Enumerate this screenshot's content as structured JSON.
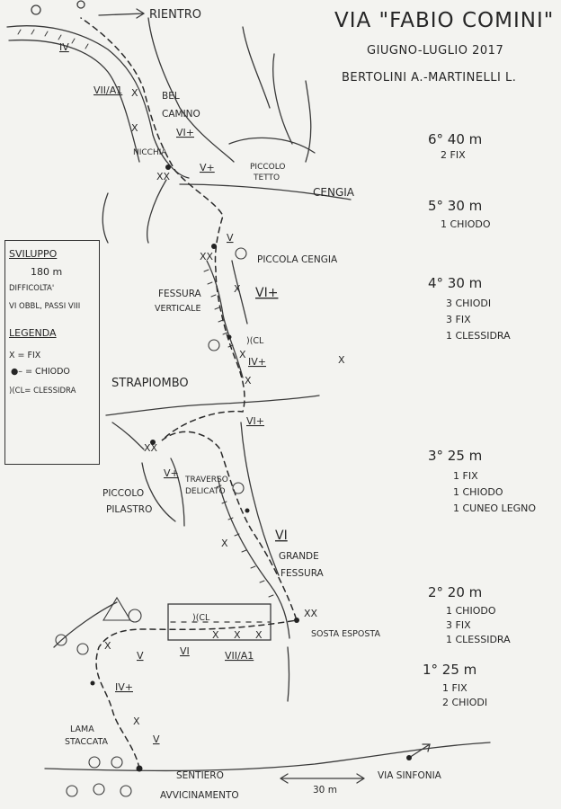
{
  "title": "VIA \"FABIO COMINI\"",
  "date": "GIUGNO-LUGLIO 2017",
  "authors": "BERTOLINI A.-MARTINELLI L.",
  "legend": {
    "sviluppo_label": "SVILUPPO",
    "sviluppo_value": "180 m",
    "difficolta_label": "DIFFICOLTA'",
    "difficolta_value": "VI OBBL, PASSI VIII",
    "legenda_label": "LEGENDA",
    "fix": "X = FIX",
    "chiodo": "= CHIODO",
    "clessidra": ")(CL= CLESSIDRA"
  },
  "pitches": [
    {
      "number": "6° 40 m",
      "gear": [
        "2 FIX"
      ]
    },
    {
      "number": "5° 30 m",
      "gear": [
        "1 CHIODO"
      ]
    },
    {
      "number": "4° 30 m",
      "gear": [
        "3 CHIODI",
        "3 FIX",
        "1 CLESSIDRA"
      ]
    },
    {
      "number": "3° 25 m",
      "gear": [
        "1 FIX",
        "1 CHIODO",
        "1 CUNEO LEGNO"
      ]
    },
    {
      "number": "2° 20 m",
      "gear": [
        "1 CHIODO",
        "3 FIX",
        "1 CLESSIDRA"
      ]
    },
    {
      "number": "1° 25 m",
      "gear": [
        "1 FIX",
        "2 CHIODI"
      ]
    }
  ],
  "labels": {
    "rientro": "RIENTRO",
    "bel_camino": "BEL",
    "bel_camino_2": "CAMINO",
    "nicchia": "NICCHIA",
    "piccolo_tetto": "PICCOLO",
    "piccolo_tetto_2": "TETTO",
    "cengia": "CENGIA",
    "piccola_cengia": "PICCOLA CENGIA",
    "fessura_verticale": "FESSURA",
    "fessura_verticale_2": "VERTICALE",
    "strapiombo": "STRAPIOMBO",
    "piccolo_pilastro": "PICCOLO",
    "piccolo_pilastro_2": "PILASTRO",
    "traverso": "TRAVERSO",
    "traverso_2": "DELICATO",
    "grande_fessura": "GRANDE",
    "grande_fessura_2": "FESSURA",
    "sosta_esposta": "SOSTA ESPOSTA",
    "lama_staccata": "LAMA",
    "lama_staccata_2": "STACCATA",
    "sentiero": "SENTIERO",
    "sentiero_2": "AVVICINAMENTO",
    "via_sinfonia": "VIA SINFONIA",
    "distance": "30 m",
    "cl_small": ")(CL",
    "cl_mid": ")(CL"
  },
  "grades": {
    "g_top": "IV",
    "g_vii_a1_top": "VII/A1",
    "g_vi_plus_bel": "VI+",
    "g_v_plus_nicchia": "V+",
    "g_v_cengia": "V",
    "g_vi_plus_fessura": "VI+",
    "g_iv_plus": "IV+",
    "g_vi_plus_strap": "VI+",
    "g_v_plus_pil": "V+",
    "g_vi_grande": "VI",
    "g_v_lower": "V",
    "g_vi_lower": "VI",
    "g_vii_a1_lower": "VII/A1",
    "g_iv_plus_low": "IV+",
    "g_v_base": "V"
  }
}
